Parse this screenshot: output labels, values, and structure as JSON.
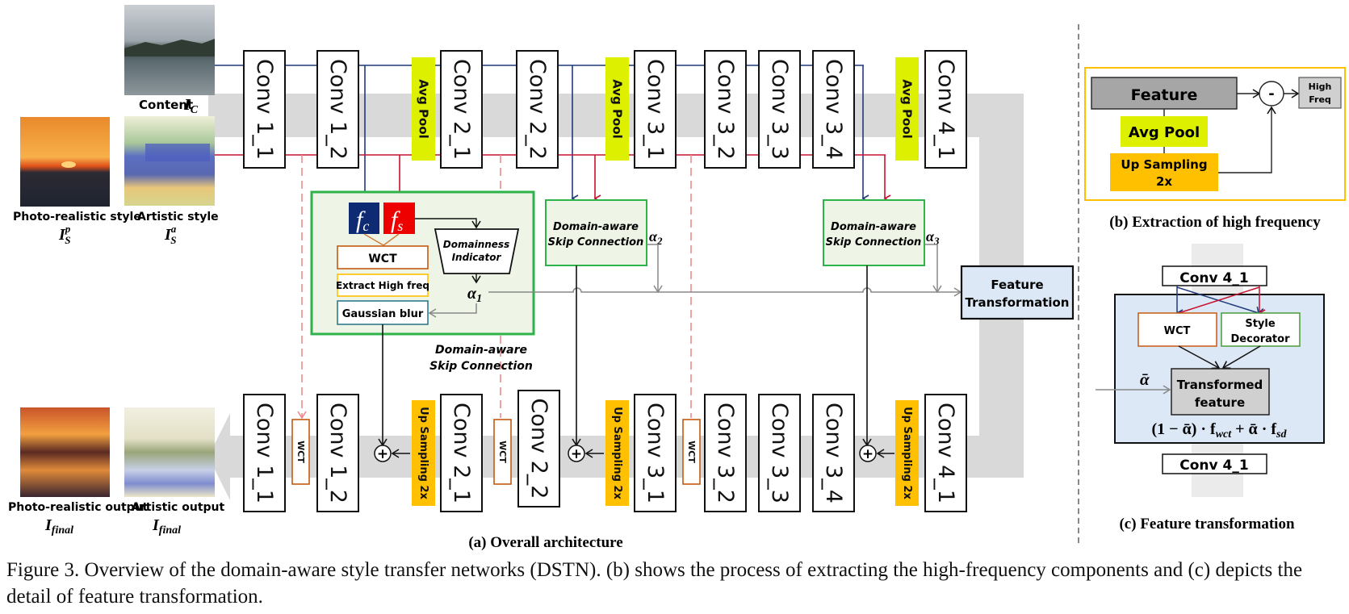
{
  "inputs": {
    "content": {
      "label": "Content",
      "symbol": "I",
      "sub": "C"
    },
    "photo_style": {
      "label": "Photo-realistic style",
      "symbol": "I",
      "sub": "S",
      "sup": "p"
    },
    "artistic_style": {
      "label": "Artistic style",
      "symbol": "I",
      "sub": "S",
      "sup": "a"
    }
  },
  "outputs": {
    "photo": {
      "label": "Photo-realistic output",
      "symbol": "I",
      "sub": "final"
    },
    "artistic": {
      "label": "Artistic output",
      "symbol": "I",
      "sub": "final"
    }
  },
  "encoder": {
    "layers": [
      "Conv 1_1",
      "Conv 1_2",
      "Avg Pool",
      "Conv 2_1",
      "Conv 2_2",
      "Avg Pool",
      "Conv 3_1",
      "Conv 3_2",
      "Conv 3_3",
      "Conv 3_4",
      "Avg Pool",
      "Conv 4_1"
    ]
  },
  "decoder": {
    "layers": [
      "Conv 1_1",
      "WCT",
      "Conv 1_2",
      "Up Sampling 2x",
      "Conv 2_1",
      "WCT",
      "Conv 2_2",
      "Up Sampling 2x",
      "Conv 3_1",
      "WCT",
      "Conv 3_2",
      "Conv 3_3",
      "Conv 3_4",
      "Up Sampling 2x",
      "Conv 4_1"
    ]
  },
  "skip1": {
    "fc": "f",
    "fc_sub": "c",
    "fs": "f",
    "fs_sub": "s",
    "wct": "WCT",
    "extract": "Extract High freq",
    "blur": "Gaussian blur",
    "indicator_line1": "Domainness",
    "indicator_line2": "Indicator",
    "alpha": "α",
    "alpha_sub": "1",
    "caption_line1": "Domain-aware",
    "caption_line2": "Skip Connection"
  },
  "skip2": {
    "line1": "Domain-aware",
    "line2": "Skip Connection",
    "alpha": "α",
    "alpha_sub": "2"
  },
  "skip3": {
    "line1": "Domain-aware",
    "line2": "Skip Connection",
    "alpha": "α",
    "alpha_sub": "3"
  },
  "feature_transformation": {
    "line1": "Feature",
    "line2": "Transformation"
  },
  "plus_symbol": "+",
  "panel_a_title": "(a) Overall architecture",
  "panel_b": {
    "feature": "Feature",
    "avg_pool": "Avg Pool",
    "upsampling_line1": "Up Sampling",
    "upsampling_line2": "2x",
    "minus": "-",
    "high_line1": "High",
    "high_line2": "Freq",
    "title": "(b) Extraction of high frequency"
  },
  "panel_c": {
    "conv_top": "Conv 4_1",
    "wct": "WCT",
    "style_line1": "Style",
    "style_line2": "Decorator",
    "transformed_line1": "Transformed",
    "transformed_line2": "feature",
    "alpha_bar": "ᾱ",
    "formula": "(1 − ᾱ) · f",
    "formula_sub1": "wct",
    "formula_mid": " + ᾱ · f",
    "formula_sub2": "sd",
    "conv_bottom": "Conv 4_1",
    "title": "(c) Feature transformation"
  },
  "colors": {
    "content_line": "#1f3a7a",
    "style_line": "#c8102e",
    "avg_pool": "#dcf000",
    "upsampling": "#ffc000",
    "skip_green": "#2db34a",
    "skip_fill": "#eef5e6",
    "wct_border": "#c55a11",
    "extract_border": "#ffc000",
    "blur_border": "#2e7b8c",
    "ft_fill": "#dce8f5",
    "gray_band": "#d9d9d9",
    "fc_fill": "#0d2a73",
    "fs_fill": "#ee0000"
  },
  "figure_caption": "Figure 3. Overview of the domain-aware style transfer networks (DSTN). (b) shows the process of extracting the high-frequency components and (c) depicts the detail of feature transformation."
}
